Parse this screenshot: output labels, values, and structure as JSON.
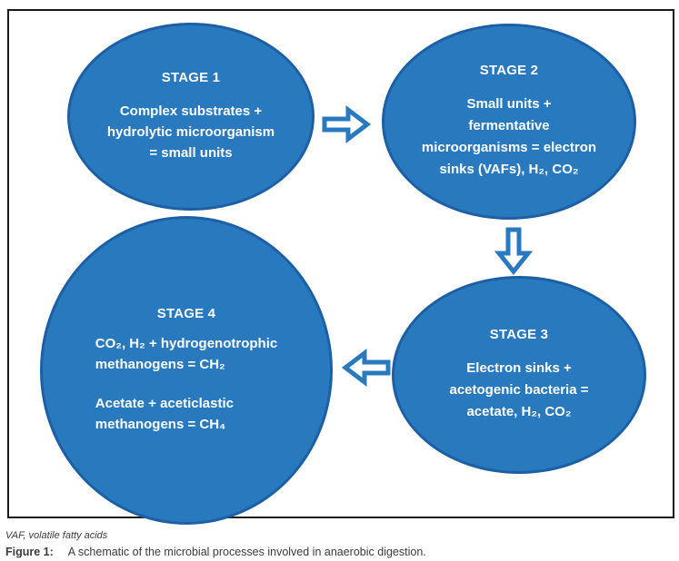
{
  "figure": {
    "note": "VAF, volatile fatty acids",
    "label": "Figure 1:",
    "caption": "A schematic of the microbial processes involved in anaerobic digestion."
  },
  "colors": {
    "ellipse_fill": "#2979bf",
    "ellipse_stroke": "#1c5fa5",
    "arrow_blue": "#2979bf",
    "frame_border": "#1a1a1a"
  },
  "stages": [
    {
      "title": "STAGE 1",
      "lines": [
        "Complex substrates +",
        "hydrolytic microorganism",
        "= small units"
      ]
    },
    {
      "title": "STAGE 2",
      "lines": [
        "Small units +",
        "fermentative",
        "microorganisms = electron",
        "sinks (VAFs), H₂, CO₂"
      ]
    },
    {
      "title": "STAGE 3",
      "lines": [
        "Electron sinks +",
        "acetogenic bacteria =",
        "acetate, H₂, CO₂"
      ]
    },
    {
      "title": "STAGE 4",
      "para1": [
        "CO₂, H₂ + hydrogenotrophic",
        "methanogens = CH₂"
      ],
      "para2": [
        "Acetate + aceticlastic",
        "methanogens = CH₄"
      ]
    }
  ]
}
